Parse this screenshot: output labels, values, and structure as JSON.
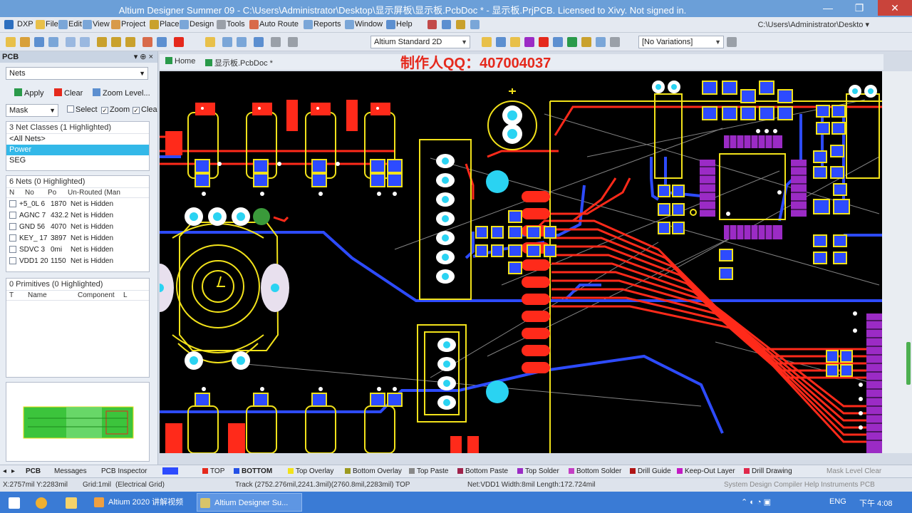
{
  "window": {
    "title": "Altium Designer Summer 09 - C:\\Users\\Administrator\\Desktop\\显示屏板\\显示板.PcbDoc * - 显示板.PrjPCB. Licensed to Xivy. Not signed in.",
    "minimize": "—",
    "maximize": "❐",
    "close": "✕"
  },
  "menu": {
    "items": [
      "DXP",
      "File",
      "Edit",
      "View",
      "Project",
      "Place",
      "Design",
      "Tools",
      "Auto Route",
      "Reports",
      "Window",
      "Help"
    ],
    "path": "C:\\Users\\Administrator\\Deskto ▾"
  },
  "toolbar": {
    "view_config": "Altium Standard 2D",
    "variations": "[No Variations]"
  },
  "panel": {
    "title": "PCB",
    "controls": "▾ ⊕ ×",
    "mode": "Nets",
    "apply": "Apply",
    "clear": "Clear",
    "zoom_level": "Zoom Level...",
    "mask": "Mask",
    "select": "Select",
    "zoom": "Zoom",
    "clear_existing": "Clea",
    "net_classes_header": "3 Net Classes (1 Highlighted)",
    "net_classes": [
      "<All Nets>",
      "Power",
      "SEG"
    ],
    "nets_header": "6 Nets (0 Highlighted)",
    "nets_columns": [
      "N",
      "No",
      "Po",
      "Un-Routed (Man"
    ],
    "nets": [
      {
        "name": "+5_0L 6",
        "po": "1870",
        "status": "Net is Hidden"
      },
      {
        "name": "AGNC 7",
        "po": "432.2",
        "status": "Net is Hidden"
      },
      {
        "name": "GND  56",
        "po": "4070",
        "status": "Net is Hidden"
      },
      {
        "name": "KEY_ 17",
        "po": "3897",
        "status": "Net is Hidden"
      },
      {
        "name": "SDVC 3",
        "po": "0mi",
        "status": "Net is Hidden"
      },
      {
        "name": "VDD1 20",
        "po": "1150",
        "status": "Net is Hidden"
      }
    ],
    "primitives_header": "0 Primitives (0 Highlighted)",
    "primitives_columns": [
      "T",
      "Name",
      "Component",
      "L"
    ]
  },
  "tabs": {
    "home": "Home",
    "doc": "显示板.PcbDoc *"
  },
  "watermark": "制作人QQ：407004037",
  "layers": {
    "bottom_tabs": [
      "PCB",
      "Messages",
      "PCB Inspector"
    ],
    "items": [
      {
        "label": "TOP",
        "color": "#e5291c"
      },
      {
        "label": "BOTTOM",
        "color": "#2451e6"
      },
      {
        "label": "Top Overlay",
        "color": "#f2e21a"
      },
      {
        "label": "Bottom Overlay",
        "color": "#9c9a20"
      },
      {
        "label": "Top Paste",
        "color": "#888888"
      },
      {
        "label": "Bottom Paste",
        "color": "#a0224a"
      },
      {
        "label": "Top Solder",
        "color": "#9b2bc5"
      },
      {
        "label": "Bottom Solder",
        "color": "#c43ec4"
      },
      {
        "label": "Drill Guide",
        "color": "#b01515"
      },
      {
        "label": "Keep-Out Layer",
        "color": "#c41ac4"
      },
      {
        "label": "Drill Drawing",
        "color": "#e0284b"
      }
    ],
    "right": "Mask Level   Clear"
  },
  "status": {
    "coords": "X:2757mil Y:2283mil",
    "grid": "Grid:1mil",
    "electrical": "(Electrical Grid)",
    "track": "Track (2752.276mil,2241.3mil)(2760.8mil,2283mil) TOP",
    "net": "Net:VDD1 Width:8mil Length:172.724mil",
    "right": "System  Design Compiler  Help  Instruments  PCB"
  },
  "taskbar": {
    "tasks": [
      "Altium 2020 讲解视频",
      "Altium Designer Su..."
    ],
    "lang": "ENG",
    "time": "下午 4:08"
  },
  "colors": {
    "top_copper": "#ff2a1a",
    "bottom_copper": "#2d4bff",
    "silkscreen": "#f2e21a",
    "pad_hole": "#2ad3f2",
    "accent": "#33b8e8"
  }
}
